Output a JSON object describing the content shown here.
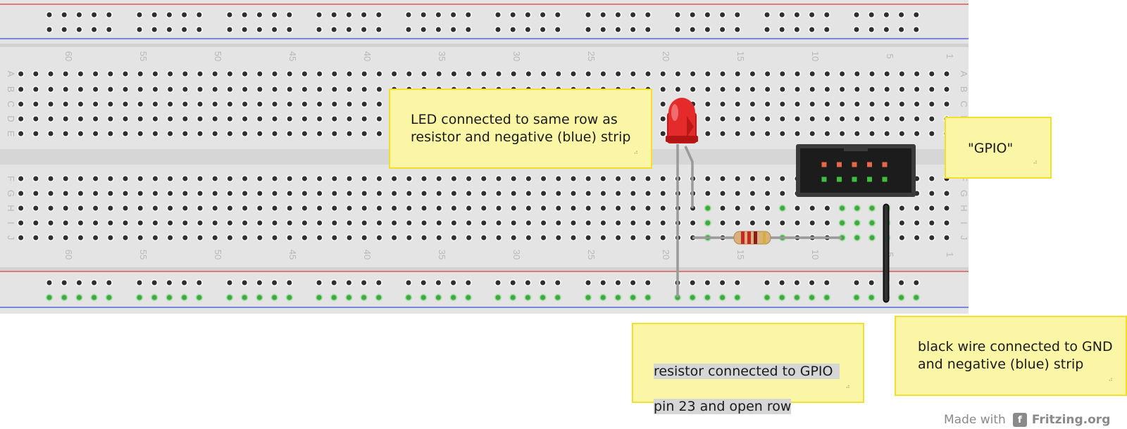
{
  "breadboard": {
    "column_numbers": [
      "60",
      "55",
      "50",
      "45",
      "40",
      "35",
      "30",
      "25",
      "20",
      "15",
      "10",
      "5",
      "1"
    ],
    "row_letters_top": [
      "A",
      "B",
      "C",
      "D",
      "E"
    ],
    "row_letters_bottom": [
      "F",
      "G",
      "H",
      "I",
      "J"
    ],
    "colors": {
      "board": "#e4e4e4",
      "hole": "#2f2f2f",
      "active_hole": "#3caa3c",
      "red_rail": "#d93a3a",
      "blue_rail": "#3b4fd6"
    }
  },
  "components": {
    "led": {
      "name": "LED",
      "color": "#e02020"
    },
    "resistor": {
      "name": "resistor",
      "bands": [
        "#c62828",
        "#c62828",
        "#8b1a1a",
        "#d4af37"
      ]
    },
    "header": {
      "label": "GPIO",
      "pins_top": "#e8664a",
      "pins_bottom": "#3fbf3f"
    },
    "wires": [
      {
        "name": "black wire",
        "color": "#1f1f1f"
      },
      {
        "name": "led leg",
        "color": "#9a9a9a"
      }
    ]
  },
  "notes": {
    "led": "LED connected to same row as\nresistor and negative (blue) strip",
    "gpio": "\"GPIO\"",
    "resistor_line1": "resistor connected to GPIO",
    "resistor_line2": "pin 23 and open row",
    "black_wire": "black wire connected to GND\nand negative (blue) strip"
  },
  "footer": {
    "made_with": "Made with",
    "brand": "Fritzing.org",
    "logo_glyph": "f"
  }
}
